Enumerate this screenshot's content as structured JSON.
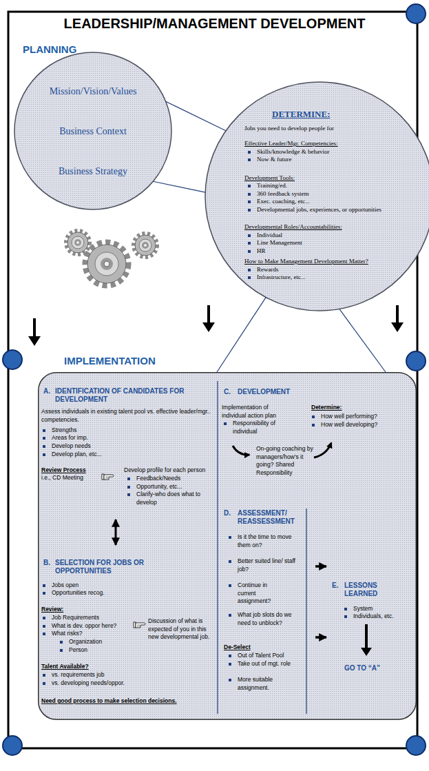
{
  "diagram": {
    "title": "LEADERSHIP/MANAGEMENT DEVELOPMENT",
    "nodes": [
      {
        "text": [
          "Mission/Vision/Values",
          "Business Context",
          "Business Strategy"
        ]
      },
      {
        "text": [
          "DETERMINE:",
          "Jobs you need to develop people for",
          "Effective Leader/Mgr. Competencies:",
          "Skills/knowledge & behavior",
          "Now & future",
          "Development Tools:",
          "Training/ed.",
          "360 feedback system",
          "Exec. coaching, etc...",
          "Developmental jobs, experiences, or opportunities",
          "Developmental Roles/Accountabilities:",
          "Individual",
          "Line Management",
          "HR",
          "How to Make Management Development Matter?",
          "Rewards",
          "Infrastructure, etc..."
        ]
      },
      {
        "text": [
          "IMPLEMENTATION"
        ]
      },
      {
        "text": [
          "A.",
          "IDENTIFICATION OF CANDIDATES FOR DEVELOPMENT",
          "Assess individuals in existing talent pool vs. effective leader/mgr.. competencies.",
          "Strengths",
          "Areas for imp.",
          "Develop needs",
          "Develop plan, etc...",
          "Review Process",
          "i.e., CD Meeting",
          "Develop profile for each person",
          "Feedback/Needs",
          "Opportunity, etc...",
          "Clarify-who does what to develop"
        ],
        "in": 2
      },
      {
        "text": [
          "B.",
          "SELECTION FOR JOBS OR OPPORTUNITIES",
          "Jobs open",
          "Opportunities recog.",
          "Review:",
          "Job Requirements",
          "What is dev. oppor here?",
          "What risks?",
          "Organization",
          "Person",
          "Discussion of what is expected of you in this new developmental job.",
          "Talent Available?",
          "vs. requirements job",
          "vs. developing needs/oppor.",
          "Need good process to make selection decisions."
        ],
        "in": 2
      },
      {
        "text": [
          "C.",
          "DEVELOPMENT",
          "Implementation of individual action plan",
          "Responsibility of individual",
          "Determine:",
          "How well performing?",
          "How well developing?",
          "On-going coaching by managers/how's it going? Shared Responsibility"
        ],
        "in": 2
      },
      {
        "text": [
          "D.",
          "ASSESSMENT/ REASSESSMENT",
          "Is it the time to move them on?",
          "Better suited line/ staff job?",
          "Continue in current assignment?",
          "What job slots do we need to unblock?",
          "De-Select",
          "Out of Talent Pool",
          "Take out of mgt. role",
          "More suitable assignment."
        ],
        "in": 2
      },
      {
        "text": [
          "E.",
          "LESSONS LEARNED",
          "System",
          "Individuals, etc.",
          "GO TO “A”"
        ],
        "in": 2
      }
    ],
    "edges": [
      {
        "from": 0,
        "to": 1,
        "arrow": "none"
      },
      {
        "from": 0,
        "to": 1,
        "arrow": "none"
      },
      {
        "from": 1,
        "to": 2,
        "arrow": "none"
      },
      {
        "from": 1,
        "to": 2,
        "arrow": "none"
      },
      {
        "from": 3,
        "to": 4,
        "arrow": "both"
      },
      {
        "from": 6,
        "to": 7,
        "arrow": "to"
      },
      {
        "from": 6,
        "to": 7,
        "arrow": "to"
      }
    ],
    "labels": [
      "PLANNING"
    ]
  }
}
